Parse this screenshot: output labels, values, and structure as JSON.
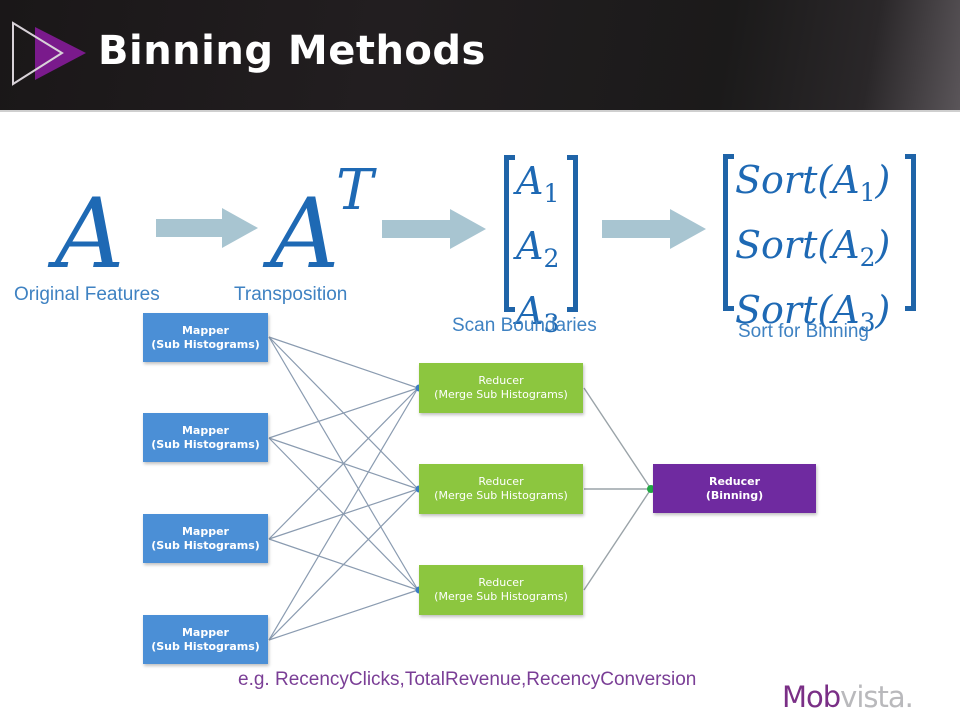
{
  "header": {
    "title": "Binning Methods",
    "icon": "play-triangles-icon",
    "colors": {
      "background": "#1c1a1b",
      "accent": "#7a1a8c",
      "title": "#ffffff"
    }
  },
  "pipeline": {
    "steps": [
      {
        "expression": "A",
        "label": "Original Features"
      },
      {
        "expression": "A",
        "superscript": "T",
        "label": "Transposition"
      },
      {
        "matrix_rows": [
          {
            "base": "A",
            "sub": "1"
          },
          {
            "base": "A",
            "sub": "2"
          },
          {
            "base": "A",
            "sub": "3"
          }
        ],
        "label": "Scan Boundaries"
      },
      {
        "matrix_rows": [
          {
            "prefix": "Sort(",
            "base": "A",
            "sub": "1",
            "suffix": ")"
          },
          {
            "prefix": "Sort(",
            "base": "A",
            "sub": "2",
            "suffix": ")"
          },
          {
            "prefix": "Sort(",
            "base": "A",
            "sub": "3",
            "suffix": ")"
          }
        ],
        "label": "Sort for Binning"
      }
    ],
    "arrow_color": "#a8c5d1",
    "math_color": "#1e69b4"
  },
  "diagram": {
    "mappers": [
      {
        "title": "Mapper",
        "subtitle": "(Sub Histograms)"
      },
      {
        "title": "Mapper",
        "subtitle": "(Sub Histograms)"
      },
      {
        "title": "Mapper",
        "subtitle": "(Sub Histograms)"
      },
      {
        "title": "Mapper",
        "subtitle": "(Sub Histograms)"
      }
    ],
    "reducers": [
      {
        "title": "Reducer",
        "subtitle": "(Merge Sub Histograms)"
      },
      {
        "title": "Reducer",
        "subtitle": "(Merge Sub Histograms)"
      },
      {
        "title": "Reducer",
        "subtitle": "(Merge Sub Histograms)"
      }
    ],
    "final_reducer": {
      "title": "Reducer",
      "subtitle": "(Binning)"
    },
    "colors": {
      "mapper": "#4b8fd6",
      "reducer": "#8cc63f",
      "final": "#6f2aa0",
      "edge": "#8a9bb0"
    }
  },
  "footer": {
    "example": "e.g. RecencyClicks,TotalRevenue,RecencyConversion",
    "logo_primary": "Mob",
    "logo_secondary": "vista."
  }
}
